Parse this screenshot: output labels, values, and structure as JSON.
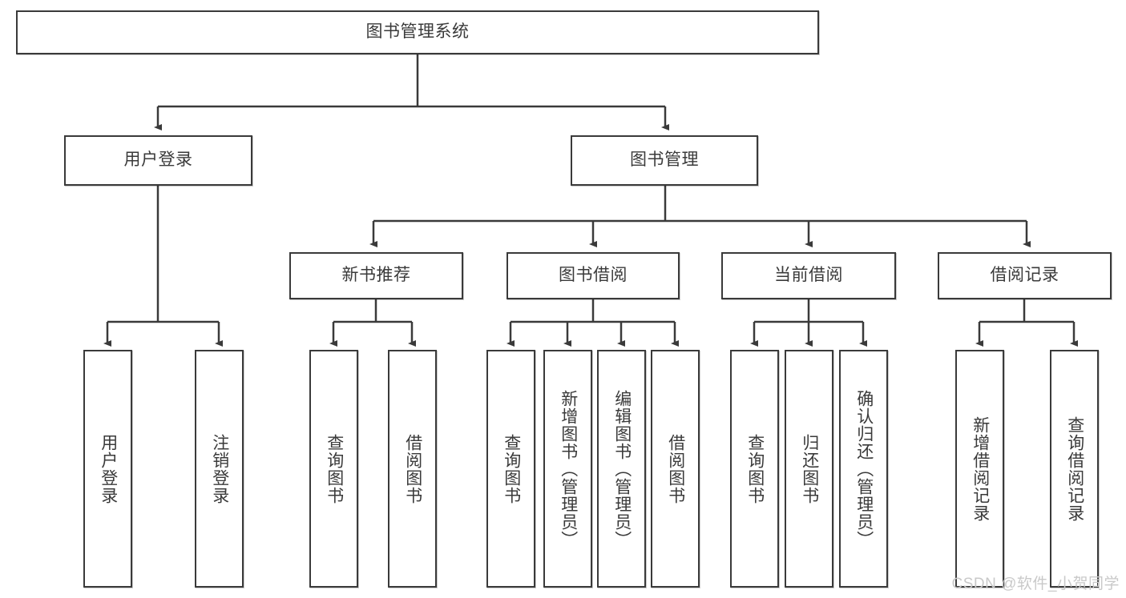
{
  "diagram": {
    "title": "图书管理系统",
    "type": "tree-hierarchy",
    "root": {
      "label": "图书管理系统"
    },
    "level2": [
      {
        "label": "用户登录"
      },
      {
        "label": "图书管理"
      }
    ],
    "level3": [
      {
        "label": "新书推荐"
      },
      {
        "label": "图书借阅"
      },
      {
        "label": "当前借阅"
      },
      {
        "label": "借阅记录"
      }
    ],
    "leaves": {
      "user_login": [
        {
          "label": "用户登录"
        },
        {
          "label": "注销登录"
        }
      ],
      "new_book_recommend": [
        {
          "label": "查询图书"
        },
        {
          "label": "借阅图书"
        }
      ],
      "book_borrow": [
        {
          "label": "查询图书"
        },
        {
          "label": "新增图书（管理员）"
        },
        {
          "label": "编辑图书（管理员）"
        },
        {
          "label": "借阅图书"
        }
      ],
      "current_borrow": [
        {
          "label": "查询图书"
        },
        {
          "label": "归还图书"
        },
        {
          "label": "确认归还（管理员）"
        }
      ],
      "borrow_record": [
        {
          "label": "新增借阅记录"
        },
        {
          "label": "查询借阅记录"
        }
      ]
    },
    "watermark": "CSDN @软件_小贺同学",
    "colors": {
      "stroke": "#3a3a3a",
      "fill": "#ffffff",
      "text": "#3a3a3a",
      "watermark": "#c9c9c9"
    }
  }
}
